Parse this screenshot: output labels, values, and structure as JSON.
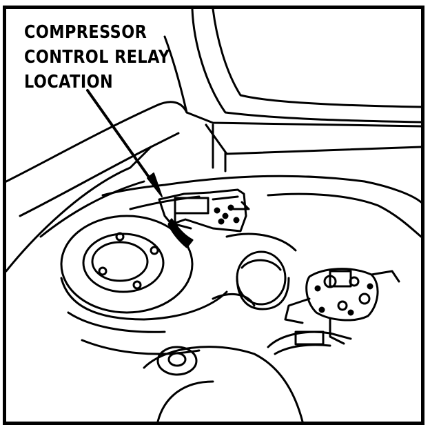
{
  "callout": {
    "lines": [
      "COMPRESSOR",
      "CONTROL RELAY",
      "LOCATION"
    ]
  },
  "colors": {
    "ink": "#000000",
    "paper": "#ffffff"
  }
}
